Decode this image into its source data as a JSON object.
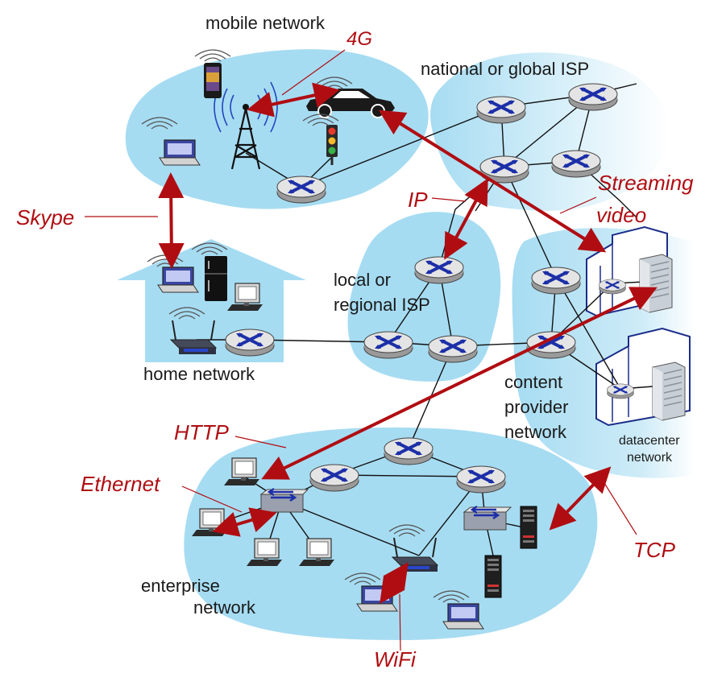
{
  "regions": {
    "mobile": "mobile network",
    "global_isp": "national or global ISP",
    "local_isp_1": "local or",
    "local_isp_2": "regional ISP",
    "home": "home network",
    "content_1": "content",
    "content_2": "provider",
    "content_3": "network",
    "datacenter_1": "datacenter",
    "datacenter_2": "network",
    "enterprise_1": "enterprise",
    "enterprise_2": "network"
  },
  "protocols": {
    "g4": "4G",
    "skype": "Skype",
    "ip": "IP",
    "streaming_1": "Streaming",
    "streaming_2": "video",
    "http": "HTTP",
    "ethernet": "Ethernet",
    "tcp": "TCP",
    "wifi": "WiFi"
  },
  "colors": {
    "region_fill": "#a6dcf2",
    "router_top": "#e2e2e2",
    "router_x": "#1c2fa8",
    "link": "#111111",
    "protocol_red": "#b00d12"
  }
}
